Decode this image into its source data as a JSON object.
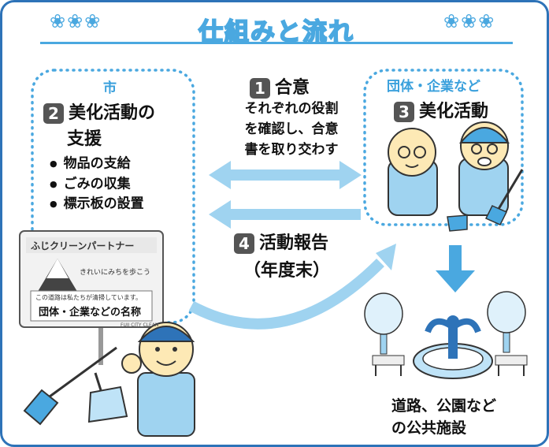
{
  "title": "仕組みと流れ",
  "city": {
    "label": "市",
    "step_number": "2",
    "heading_line1": "美化活動の",
    "heading_line2": "支援",
    "items": [
      "物品の支給",
      "ごみの収集",
      "標示板の設置"
    ]
  },
  "step1": {
    "number": "1",
    "label": "合意",
    "desc_line1": "それぞれの役割",
    "desc_line2": "を確認し、合意",
    "desc_line3": "書を取り交わす"
  },
  "groups": {
    "label": "団体・企業など",
    "step_number": "3",
    "heading": "美化活動"
  },
  "step4": {
    "number": "4",
    "label": "活動報告",
    "sub": "（年度末）"
  },
  "sign": {
    "header": "ふじクリーンパートナー",
    "bubble": "きれいにみちを歩こう",
    "small_text": "この道路は私たちが清掃しています。",
    "name_text": "団体・企業などの名称",
    "footer": "FUJI CITY CLEAN"
  },
  "public": {
    "line1": "道路、公園など",
    "line2": "の公共施設"
  },
  "colors": {
    "frame": "#2e73b8",
    "accent": "#4aa8e0",
    "arrow": "#9fd3f0",
    "number_box": "#555555"
  },
  "icons": [
    "tulip-icon",
    "broom-icon",
    "dustpan-icon",
    "fountain-icon",
    "bench-icon",
    "tree-icon"
  ]
}
